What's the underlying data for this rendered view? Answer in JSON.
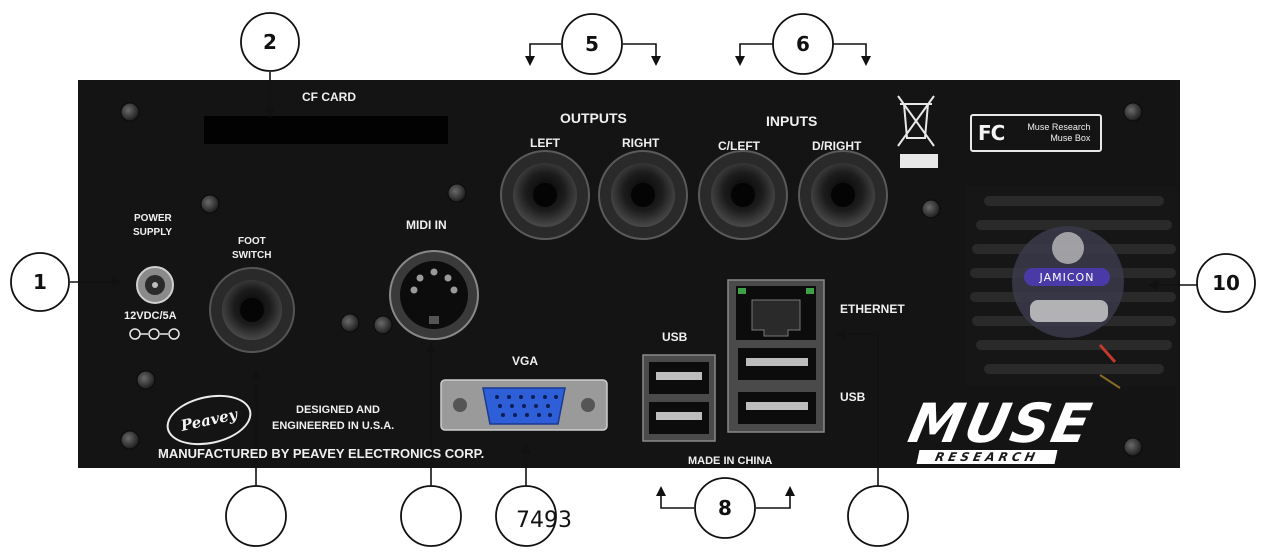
{
  "panel": {
    "cf_card_label": "CF CARD",
    "outputs_label": "OUTPUTS",
    "inputs_label": "INPUTS",
    "left_label": "LEFT",
    "right_label": "RIGHT",
    "c_left_label": "C/LEFT",
    "d_right_label": "D/RIGHT",
    "power_supply_line1": "POWER",
    "power_supply_line2": "SUPPLY",
    "power_rating": "12VDC/5A",
    "foot_switch_line1": "FOOT",
    "foot_switch_line2": "SWITCH",
    "midi_in_label": "MIDI IN",
    "vga_label": "VGA",
    "usb_top_label": "USB",
    "usb_right_label": "USB",
    "ethernet_label": "ETHERNET",
    "made_in_label": "MADE IN CHINA",
    "designed_line1": "DESIGNED AND",
    "designed_line2": "ENGINEERED IN U.S.A.",
    "manufactured_label": "MANUFACTURED BY PEAVEY ELECTRONICS CORP.",
    "fcc_mark": "FC",
    "fcc_line1": "Muse Research",
    "fcc_line2": "Muse Box",
    "peavey_logo": "Peavey",
    "muse_logo": "MUSE",
    "muse_logo_sub": "RESEARCH",
    "fan_badge": "JAMICON"
  },
  "callouts": [
    {
      "label": "1"
    },
    {
      "label": "2"
    },
    {
      "label": "5"
    },
    {
      "label": "6"
    },
    {
      "label": "10"
    },
    {
      "label": ""
    },
    {
      "label": ""
    },
    {
      "label": ""
    },
    {
      "label": "8"
    },
    {
      "label": ""
    }
  ],
  "extra_label": "7493",
  "colors": {
    "panel": "#141414",
    "jack": "#2a2a2a",
    "screw": "#3a3a3a",
    "vga_port": "#2f5fd8",
    "line": "#111111"
  }
}
